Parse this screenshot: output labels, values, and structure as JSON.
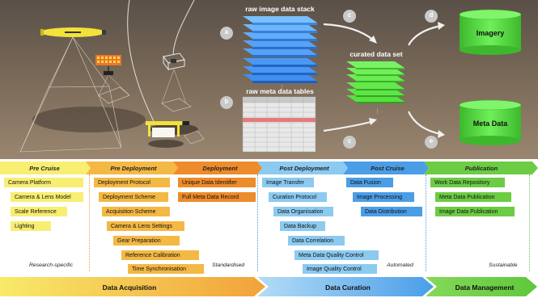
{
  "scene": {
    "raw_image_label": "raw image data stack",
    "raw_meta_label": "raw meta data tables",
    "curated_label": "curated data set",
    "imagery_label": "Imagery",
    "metadata_label": "Meta Data",
    "step_a": "a",
    "step_b": "b",
    "step_c1": "c",
    "step_c2": "c",
    "step_d": "d",
    "step_e": "e"
  },
  "phases": [
    {
      "label": "Pre Cruise",
      "color": "#f8ee72"
    },
    {
      "label": "Pre Deployment",
      "color": "#f4b844"
    },
    {
      "label": "Deployment",
      "color": "#ee8b2a"
    },
    {
      "label": "Post Deployment",
      "color": "#8ccaf0"
    },
    {
      "label": "Post Cruise",
      "color": "#4b9ee6"
    },
    {
      "label": "Publication",
      "color": "#6ccc44"
    }
  ],
  "tasks": {
    "pre_cruise": [
      "Camera Platform",
      "Camera & Lens Model",
      "Scale Reference",
      "Lighting"
    ],
    "pre_deployment": [
      "Deployment Protocol",
      "Deployment Scheme",
      "Acquisition Scheme",
      "Camera & Lens Settings",
      "Gear Preparation",
      "Reference Calibration",
      "Time Synchronisation"
    ],
    "deployment": [
      "Unique Data Identifier",
      "Full Meta Data Record"
    ],
    "post_deployment": [
      "Image Transfer",
      "Curation Protocol",
      "Data Organisation",
      "Data Backup",
      "Data Correlation",
      "Meta Data Quality Control",
      "Image Quality Control"
    ],
    "post_cruise": [
      "Data Fusion",
      "Image Processing",
      "Data Distribution"
    ],
    "publication": [
      "Work Data Repository",
      "Meta Data Publication",
      "Image Data Publication"
    ]
  },
  "footers": {
    "research": "Research-specific",
    "standardised": "Standardised",
    "automated": "Automated",
    "sustainable": "Sustainable"
  },
  "stages": {
    "acquisition": "Data Acquisition",
    "curation": "Data Curation",
    "management": "Data Management"
  },
  "colors": {
    "yellow": "#f8ee72",
    "light_orange": "#f4b844",
    "orange": "#ee8b2a",
    "light_blue": "#8ccaf0",
    "blue": "#4b9ee6",
    "green": "#6ccc44",
    "bright_green": "#5ee04a",
    "seafloor": "#8a7660"
  }
}
